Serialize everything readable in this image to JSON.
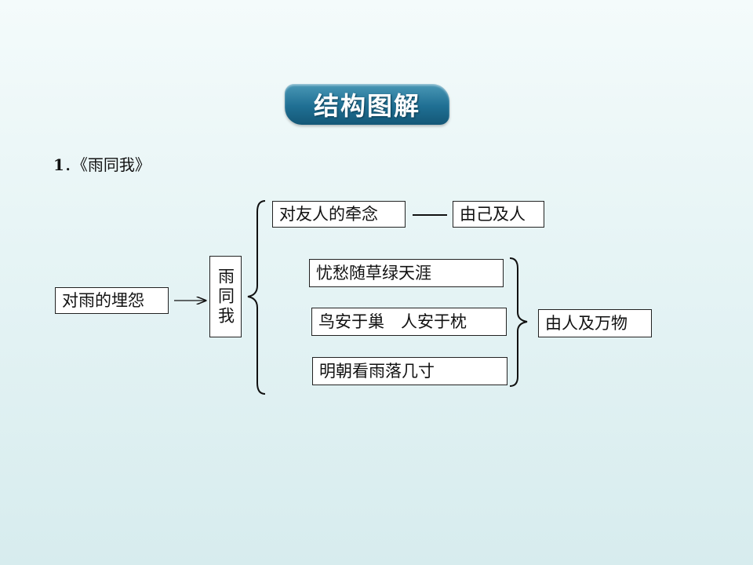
{
  "badge": {
    "title": "结构图解"
  },
  "section": {
    "number": "1",
    "title": "．《雨同我》"
  },
  "diagram": {
    "start": "对雨的埋怨",
    "center": "雨同我",
    "top_branch": "对友人的牵念",
    "top_result": "由己及人",
    "lines": [
      "忧愁随草绿天涯",
      "鸟安于巢　人安于枕",
      "明朝看雨落几寸"
    ],
    "bottom_result": "由人及万物"
  }
}
